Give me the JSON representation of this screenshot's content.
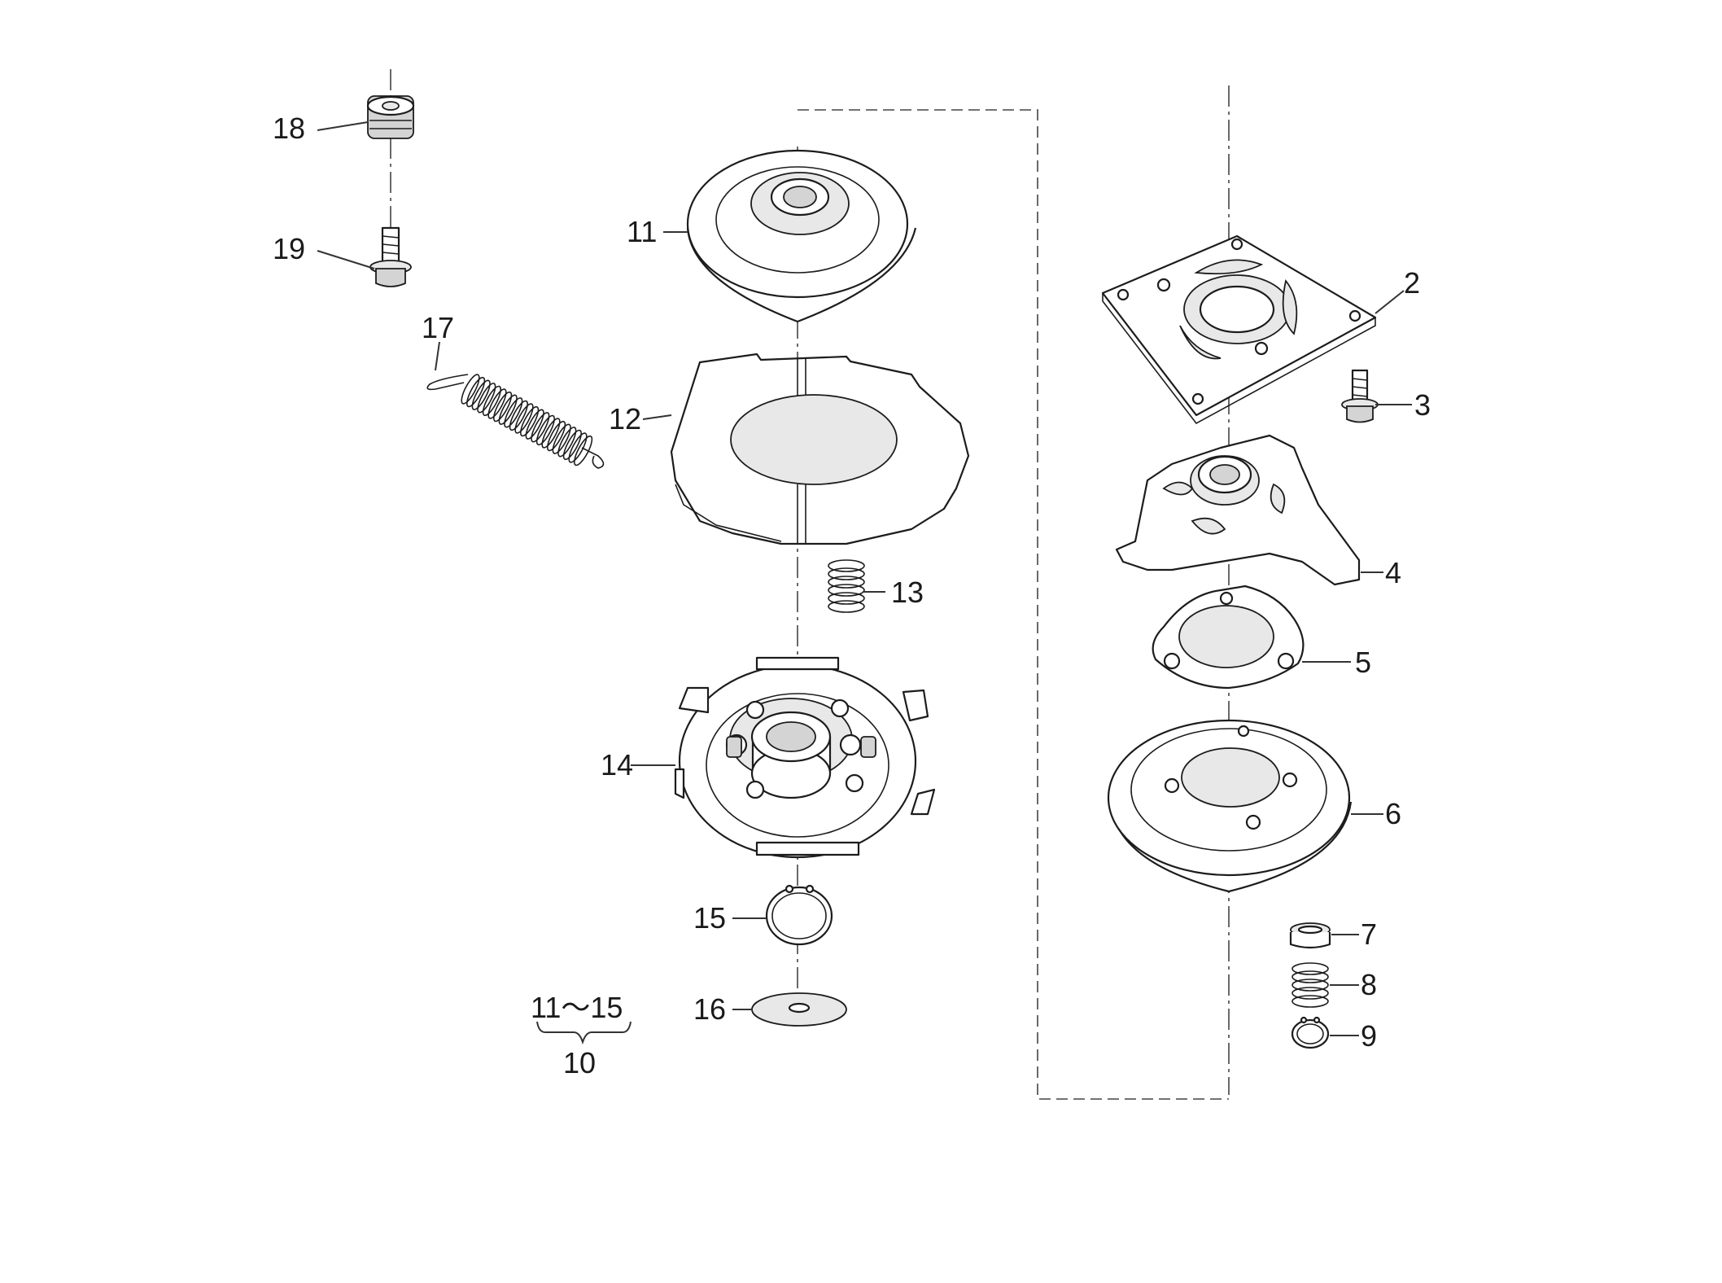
{
  "labels": {
    "p2": "2",
    "p3": "3",
    "p4": "4",
    "p5": "5",
    "p6": "6",
    "p7": "7",
    "p8": "8",
    "p9": "9",
    "p10": "10",
    "p10_range": "11～15",
    "p11": "11",
    "p12": "12",
    "p13": "13",
    "p14": "14",
    "p15": "15",
    "p16": "16",
    "p17": "17",
    "p18": "18",
    "p19": "19"
  }
}
